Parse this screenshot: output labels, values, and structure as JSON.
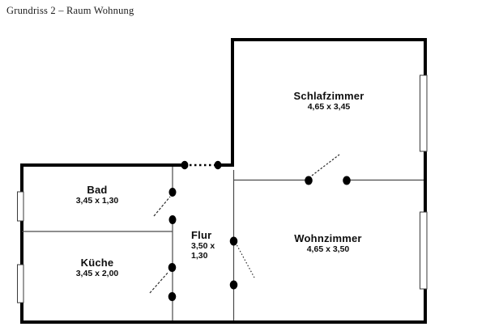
{
  "title": "Grundriss 2 – Raum Wohnung",
  "plan": {
    "type": "floor-plan",
    "rooms": {
      "schlafzimmer": {
        "name": "Schlafzimmer",
        "dims": "4,65 x 3,45"
      },
      "bad": {
        "name": "Bad",
        "dims": "3,45 x 1,30"
      },
      "kueche": {
        "name": "Küche",
        "dims": "3,45 x 2,00"
      },
      "flur": {
        "name": "Flur",
        "dims_line1": "3,50 x",
        "dims_line2": "1,30"
      },
      "wohnzimmer": {
        "name": "Wohnzimmer",
        "dims": "4,65 x 3,50"
      }
    },
    "colors": {
      "wall": "#000000",
      "thin_wall": "#4a4a4a",
      "background": "#ffffff",
      "window_fill": "#ffffff"
    }
  }
}
